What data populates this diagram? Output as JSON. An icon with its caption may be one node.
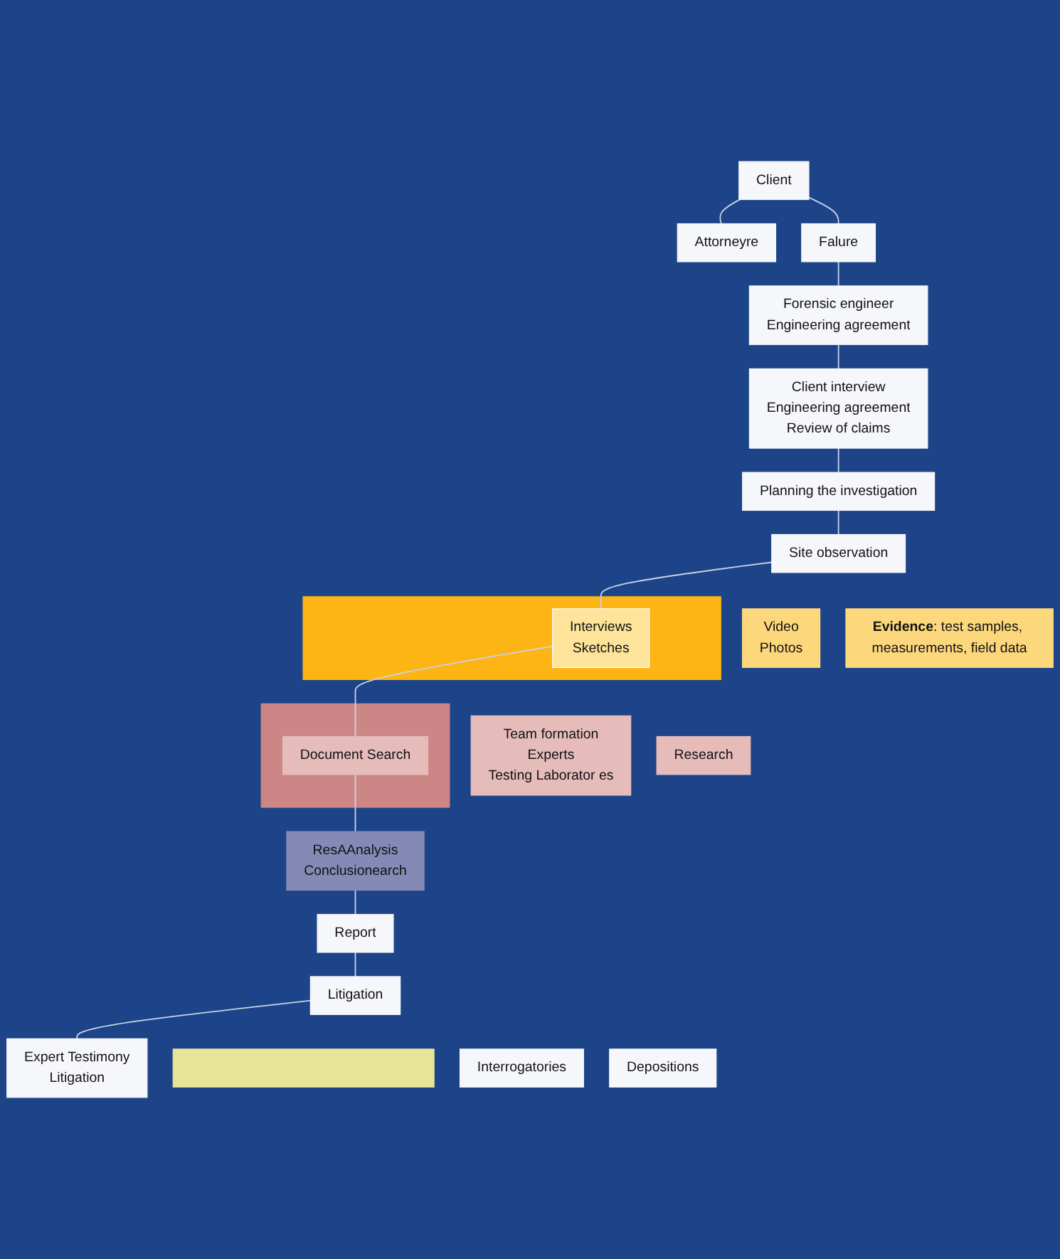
{
  "diagram": {
    "nodes": [
      {
        "text": [
          "Client"
        ]
      },
      {
        "text": [
          "Attorneyre"
        ]
      },
      {
        "text": [
          "Falure"
        ]
      },
      {
        "text": [
          "Forensic engineer",
          "Engineering agreement"
        ]
      },
      {
        "text": [
          "Client interview",
          "Engineering agreement",
          "Review of claims"
        ]
      },
      {
        "text": [
          "Planning the investigation"
        ]
      },
      {
        "text": [
          "Site observation"
        ]
      },
      {
        "text": [],
        "shape": "band"
      },
      {
        "text": [
          "Video",
          "Photos"
        ]
      },
      {
        "text": [
          "Interviews",
          "Sketches"
        ],
        "in": 7
      },
      {
        "text": [
          "**Evidence**: test samples, measurements, field data"
        ]
      },
      {
        "text": [],
        "shape": "band"
      },
      {
        "text": [
          "Team formation",
          "Experts",
          "Testing Laborator es"
        ]
      },
      {
        "text": [
          "Document Search"
        ],
        "in": 11
      },
      {
        "text": [
          "Research"
        ]
      },
      {
        "text": [
          "ResAAnalysis",
          "Conclusionearch"
        ]
      },
      {
        "text": [
          "Report"
        ]
      },
      {
        "text": [
          "Litigation"
        ]
      },
      {
        "text": [],
        "shape": "band"
      },
      {
        "text": [
          "Interrogatories"
        ]
      },
      {
        "text": [
          "Depositions"
        ]
      },
      {
        "text": [
          "Expert Testimony",
          "Litigation"
        ]
      }
    ],
    "edges": [
      {
        "from": 0,
        "to": 2,
        "arrow": "none"
      },
      {
        "from": 0,
        "to": 1,
        "arrow": "none"
      },
      {
        "from": 2,
        "to": 3,
        "arrow": "none"
      },
      {
        "from": 3,
        "to": 4,
        "arrow": "none"
      },
      {
        "from": 4,
        "to": 5,
        "arrow": "none"
      },
      {
        "from": 5,
        "to": 6,
        "arrow": "none"
      },
      {
        "from": 6,
        "to": 9,
        "arrow": "none"
      },
      {
        "from": 9,
        "to": 13,
        "arrow": "none"
      },
      {
        "from": 13,
        "to": 15,
        "arrow": "none"
      },
      {
        "from": 15,
        "to": 16,
        "arrow": "none"
      },
      {
        "from": 16,
        "to": 17,
        "arrow": "none"
      },
      {
        "from": 17,
        "to": 21,
        "arrow": "none"
      }
    ]
  }
}
